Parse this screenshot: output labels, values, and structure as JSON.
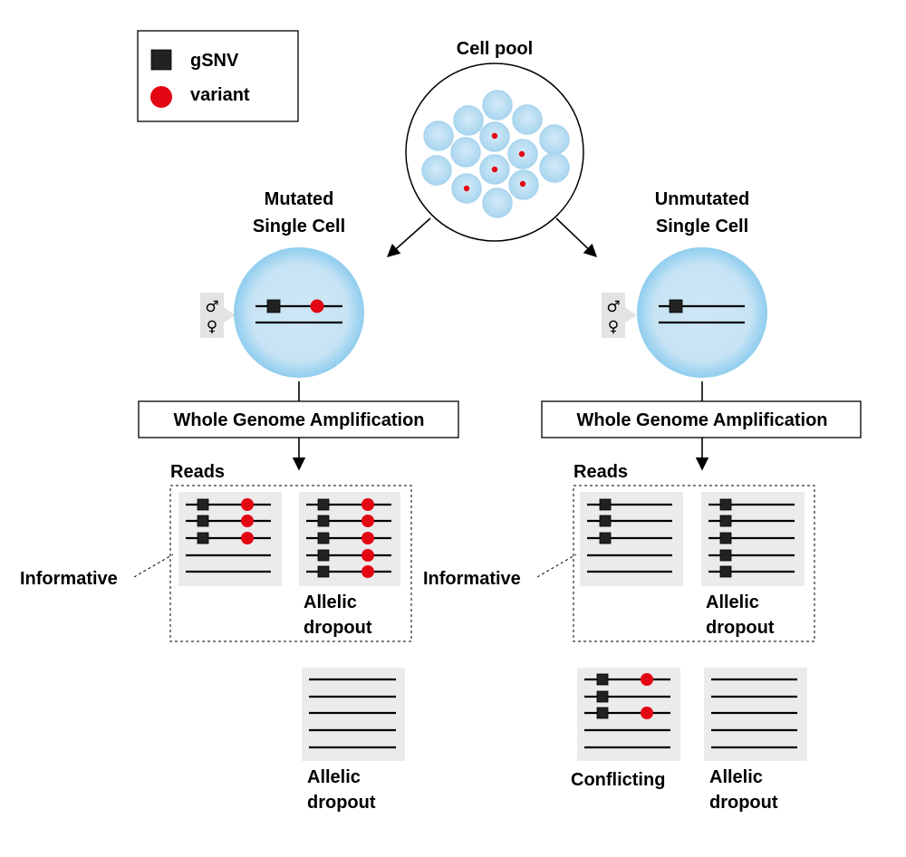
{
  "legend": {
    "gsnv_label": "gSNV",
    "variant_label": "variant"
  },
  "pool": {
    "title": "Cell pool"
  },
  "left_cell": {
    "title_line1": "Mutated",
    "title_line2": "Single Cell"
  },
  "right_cell": {
    "title_line1": "Unmutated",
    "title_line2": "Single Cell"
  },
  "symbols": {
    "male": "♂",
    "female": "♀"
  },
  "left_branch": {
    "wga_label": "Whole Genome Amplification",
    "reads_label": "Reads",
    "informative_label": "Informative",
    "dropout_inner_line1": "Allelic",
    "dropout_inner_line2": "dropout",
    "dropout_outer_line1": "Allelic",
    "dropout_outer_line2": "dropout"
  },
  "right_branch": {
    "wga_label": "Whole Genome Amplification",
    "reads_label": "Reads",
    "informative_label": "Informative",
    "dropout_inner_line1": "Allelic",
    "dropout_inner_line2": "dropout",
    "conflicting_label": "Conflicting",
    "dropout_outer_line1": "Allelic",
    "dropout_outer_line2": "dropout"
  },
  "colors": {
    "variant": "#e30613",
    "gsnv": "#222222",
    "cell_fill": "#cde6f5",
    "cell_edge": "#8ecae9",
    "panel": "#ebebeb"
  }
}
